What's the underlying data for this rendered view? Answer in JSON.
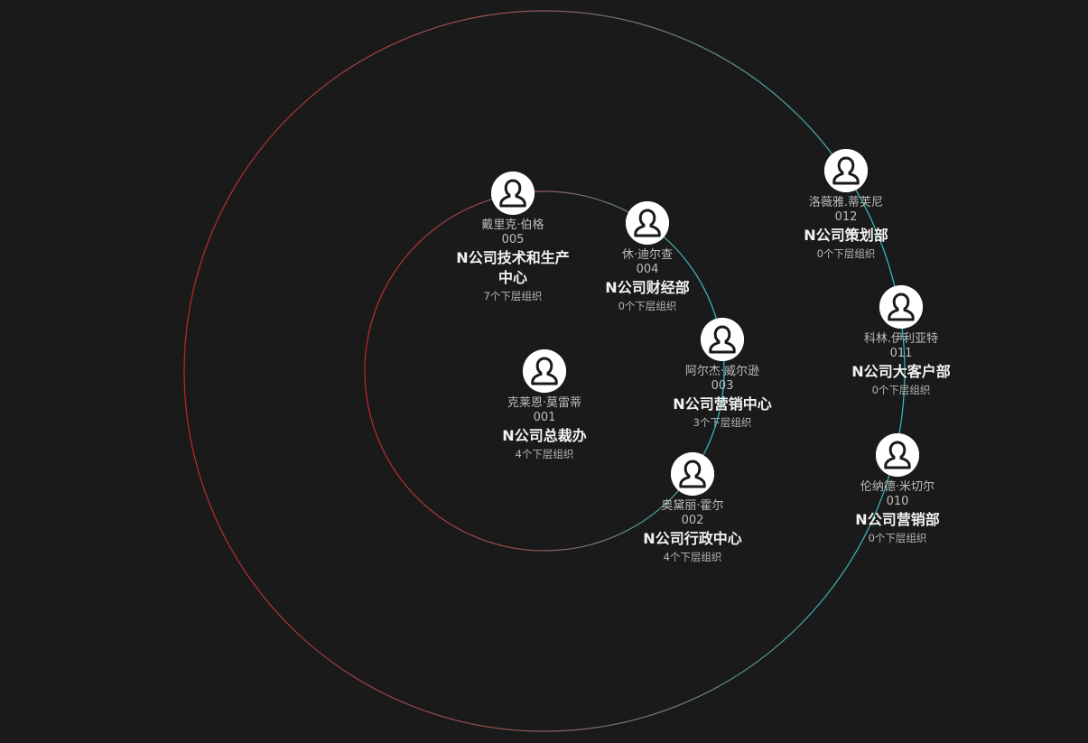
{
  "nodes": [
    {
      "id": "n001",
      "person": "克莱恩·莫雷蒂",
      "code": "001",
      "dept": "N公司总裁办",
      "subs": "4个下层组织"
    },
    {
      "id": "n005",
      "person": "戴里克·伯格",
      "code": "005",
      "dept": "N公司技术和生产中心",
      "subs": "7个下层组织"
    },
    {
      "id": "n004",
      "person": "休·迪尔查",
      "code": "004",
      "dept": "N公司财经部",
      "subs": "0个下层组织"
    },
    {
      "id": "n003",
      "person": "阿尔杰·威尔逊",
      "code": "003",
      "dept": "N公司营销中心",
      "subs": "3个下层组织"
    },
    {
      "id": "n002",
      "person": "奥黛丽·霍尔",
      "code": "002",
      "dept": "N公司行政中心",
      "subs": "4个下层组织"
    },
    {
      "id": "n012",
      "person": "洛薇雅.蒂芙尼",
      "code": "012",
      "dept": "N公司策划部",
      "subs": "0个下层组织"
    },
    {
      "id": "n011",
      "person": "科林.伊利亚特",
      "code": "011",
      "dept": "N公司大客户部",
      "subs": "0个下层组织"
    },
    {
      "id": "n010",
      "person": "伦纳德·米切尔",
      "code": "010",
      "dept": "N公司营销部",
      "subs": "0个下层组织"
    }
  ],
  "colors": {
    "background": "#1a1a1a",
    "ring_red": "#c0262b",
    "ring_teal": "#32c2c2",
    "avatar_bg": "#ffffff",
    "avatar_icon": "#1a1a1a"
  },
  "icons": {
    "avatar": "user-icon"
  }
}
